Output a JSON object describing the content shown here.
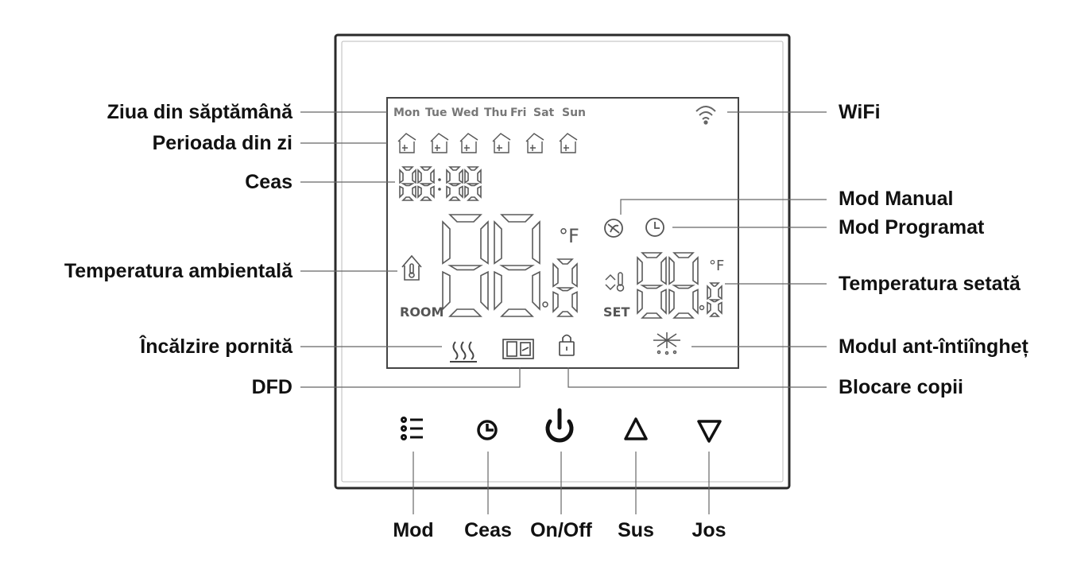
{
  "lcd": {
    "days": [
      "Mon",
      "Tue",
      "Wed",
      "Thu",
      "Fri",
      "Sat",
      "Sun"
    ],
    "room_label": "ROOM",
    "set_label": "SET",
    "unit_main": "°F",
    "unit_set": "°F"
  },
  "labels_left": {
    "day_of_week": "Ziua din săptămână",
    "day_period": "Perioada din zi",
    "clock": "Ceas",
    "ambient_temp": "Temperatura ambientală",
    "heating_on": "Încălzire pornită",
    "dfd": "DFD"
  },
  "labels_right": {
    "wifi": "WiFi",
    "manual_mode": "Mod Manual",
    "programmed_mode": "Mod Programat",
    "set_temp": "Temperatura setată",
    "anti_freeze": "Modul ant-întiîngheț",
    "child_lock": "Blocare copii"
  },
  "labels_buttons": {
    "mode": "Mod",
    "clock": "Ceas",
    "power": "On/Off",
    "up": "Sus",
    "down": "Jos"
  },
  "icons": [
    "wifi-icon",
    "period-icon",
    "house-thermometer-icon",
    "manual-hand-icon",
    "clock-icon",
    "set-temp-icon",
    "heating-icon",
    "window-icon",
    "lock-icon",
    "snowflake-icon",
    "menu-icon",
    "power-icon",
    "up-arrow-icon",
    "down-arrow-icon"
  ],
  "colors": {
    "outline": "#2a2a2a",
    "lcd_symbols": "#5a5a5a",
    "text": "#111111"
  }
}
